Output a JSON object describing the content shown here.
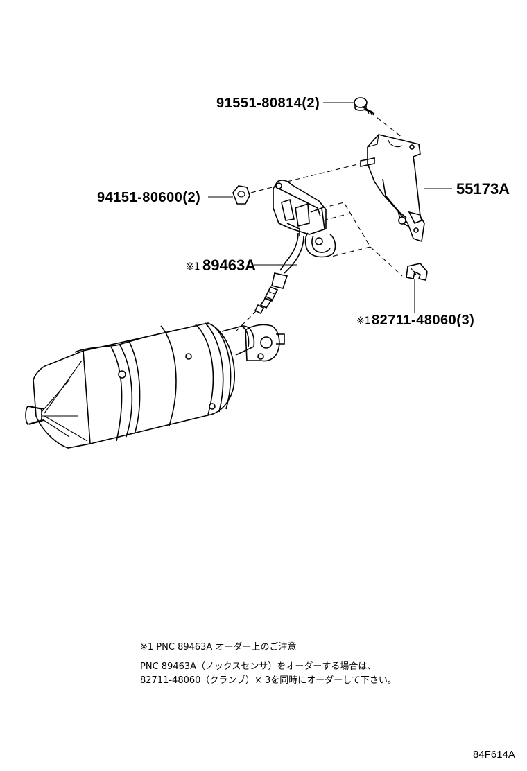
{
  "callouts": {
    "bolt": "91551-80814(2)",
    "nut": "94151-80600(2)",
    "bracket": "55173A",
    "sensor_mark": "※1",
    "sensor": "89463A",
    "clamp_mark": "※1",
    "clamp": "82711-48060(3)"
  },
  "note": {
    "title": "※1  PNC 89463A オーダー上のご注意",
    "line1": "PNC 89463A（ノックスセンサ）をオーダーする場合は、",
    "line2": "82711-48060（クランプ）× 3を同時にオーダーして下さい。"
  },
  "figure_code": "84F614A"
}
